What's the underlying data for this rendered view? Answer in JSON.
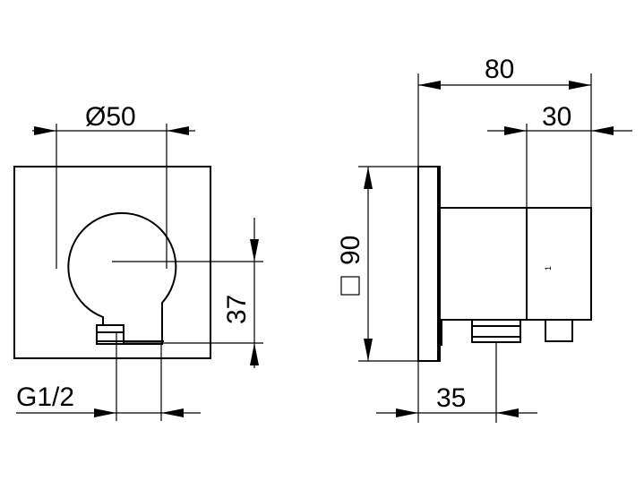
{
  "dimensions": {
    "diameter": "Ø50",
    "height": "37",
    "thread": "G1/2",
    "depth_total": "80",
    "depth_front": "30",
    "square_size": "90",
    "outlet_offset": "35"
  },
  "marks": {
    "handle_mark": "1"
  }
}
